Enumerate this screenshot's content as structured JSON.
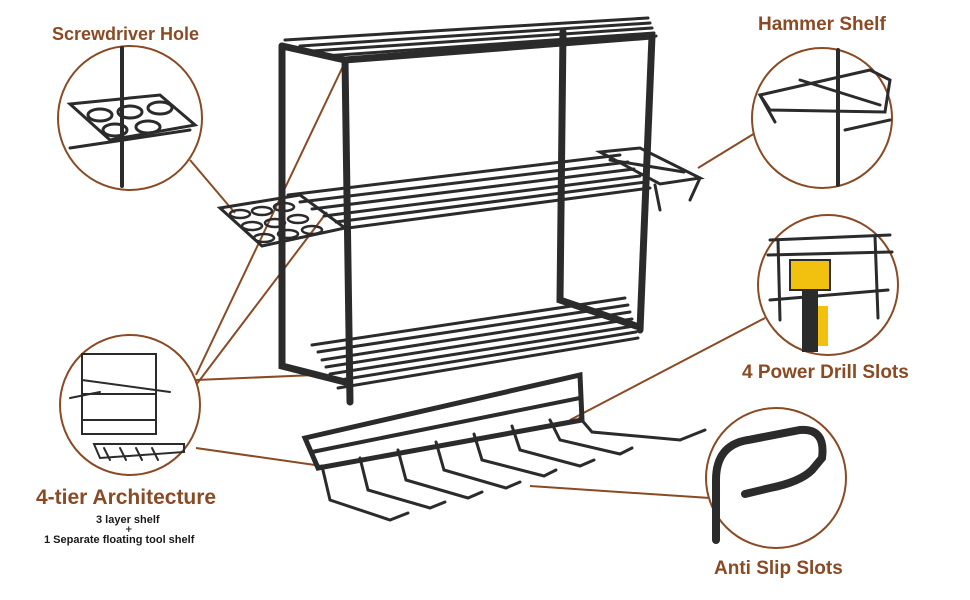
{
  "callouts": {
    "screwdriver_hole": "Screwdriver Hole",
    "hammer_shelf": "Hammer Shelf",
    "power_drill_slots": "4 Power Drill Slots",
    "anti_slip_slots": "Anti Slip Slots",
    "architecture": "4-tier Architecture",
    "architecture_line1": "3 layer shelf",
    "architecture_plus": "+",
    "architecture_line2": "1 Separate floating tool shelf"
  },
  "colors": {
    "accent": "#8a4a24",
    "metal": "#2a2a2a",
    "drill_yellow": "#f2c10f"
  }
}
